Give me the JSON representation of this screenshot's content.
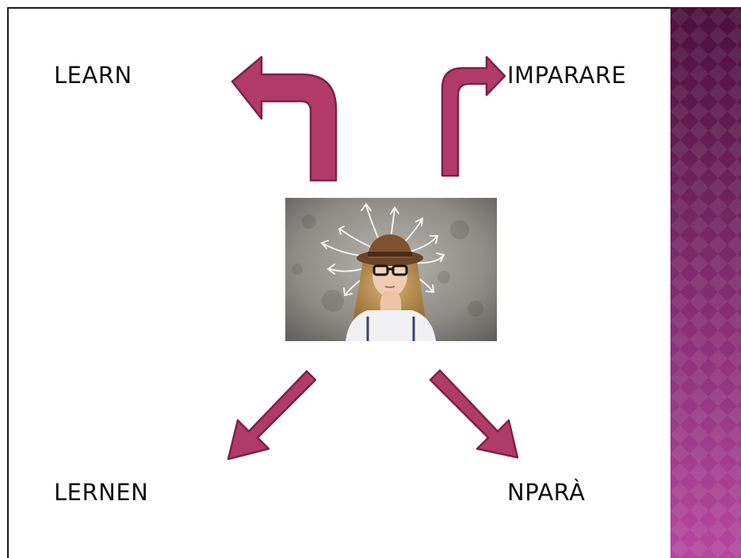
{
  "words": {
    "top_left": "LEARN",
    "top_right": "IMPARARE",
    "bottom_left": "LERNEN",
    "bottom_right": "NPARÀ"
  },
  "colors": {
    "arrow_fill": "#b03a68",
    "arrow_stroke": "#7e2148",
    "band_top": "#4a0f3c",
    "band_bottom": "#b5479f"
  },
  "image": {
    "subject": "thinking girl with hat and glasses, chalk arrows from head"
  }
}
